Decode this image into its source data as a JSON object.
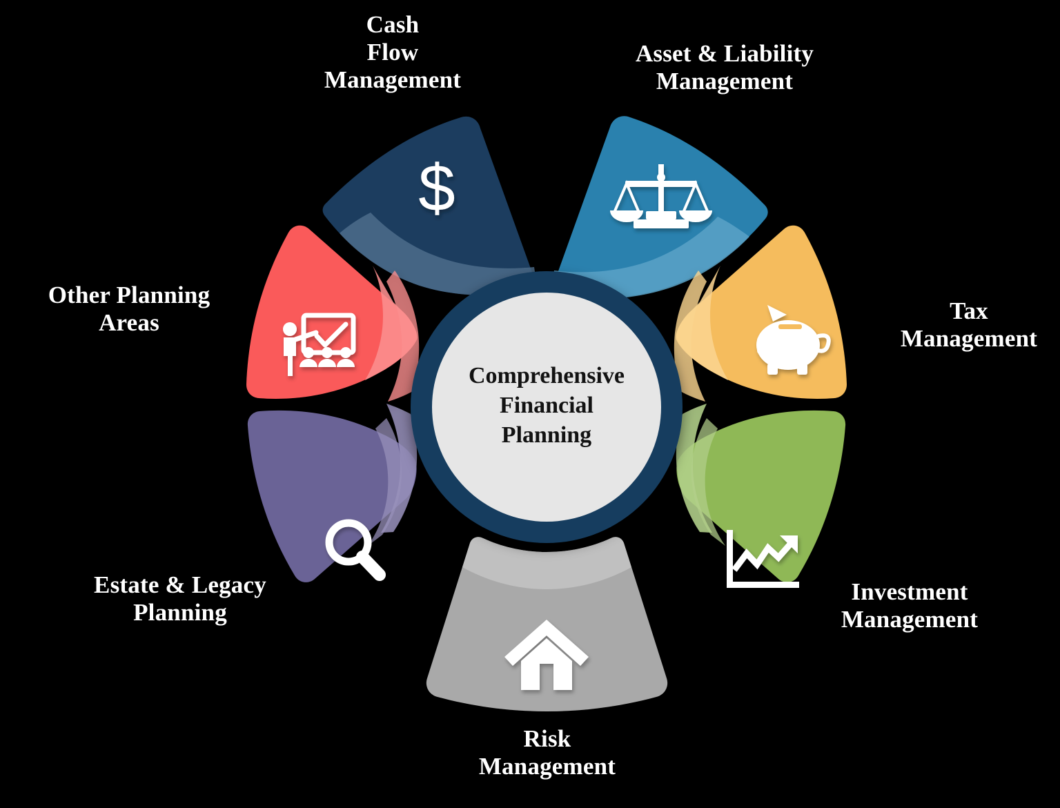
{
  "diagram": {
    "type": "radial-petal-wheel",
    "hub": {
      "label": "Comprehensive\nFinancial\nPlanning",
      "ring_color": "#173d5e",
      "fill_color": "#e6e6e6",
      "text_color": "#121212"
    },
    "background_color": "#000000",
    "label_color": "#ffffff",
    "segments": [
      {
        "id": "cash-flow-management",
        "label": "Cash\nFlow\nManagement",
        "color": "#1b3c5e",
        "highlight": "#4f6f8d",
        "icon": "dollar-sign-icon",
        "icon_glyph": "$",
        "angle_deg": -77
      },
      {
        "id": "asset-liability-management",
        "label": "Asset & Liability\nManagement",
        "color": "#2981ae",
        "highlight": "#5ba2c7",
        "icon": "balance-scale-icon",
        "angle_deg": -26
      },
      {
        "id": "tax-management",
        "label": "Tax\nManagement",
        "color": "#f5bc5d",
        "highlight": "#fad48f",
        "icon": "piggy-bank-icon",
        "angle_deg": 25
      },
      {
        "id": "investment-management",
        "label": "Investment\nManagement",
        "color": "#8fb857",
        "highlight": "#b2cf8a",
        "icon": "line-chart-up-icon",
        "angle_deg": 77
      },
      {
        "id": "risk-management",
        "label": "Risk\nManagement",
        "color": "#a9a9a9",
        "highlight": "#c4c4c4",
        "icon": "house-icon",
        "angle_deg": 128
      },
      {
        "id": "estate-legacy-planning",
        "label": "Estate & Legacy\nPlanning",
        "color": "#6b6496",
        "highlight": "#9891bb",
        "icon": "magnifier-icon",
        "angle_deg": 180
      },
      {
        "id": "other-planning-areas",
        "label": "Other Planning\nAreas",
        "color": "#fa5a5a",
        "highlight": "#fb8e8e",
        "icon": "presentation-training-icon",
        "angle_deg": 231
      }
    ]
  },
  "labels": {
    "cash_flow": "Cash\nFlow\nManagement",
    "asset_liability": "Asset & Liability\nManagement",
    "tax": "Tax\nManagement",
    "investment": "Investment\nManagement",
    "risk": "Risk\nManagement",
    "estate": "Estate & Legacy\nPlanning",
    "other": "Other Planning\nAreas",
    "hub": "Comprehensive\nFinancial\nPlanning"
  }
}
